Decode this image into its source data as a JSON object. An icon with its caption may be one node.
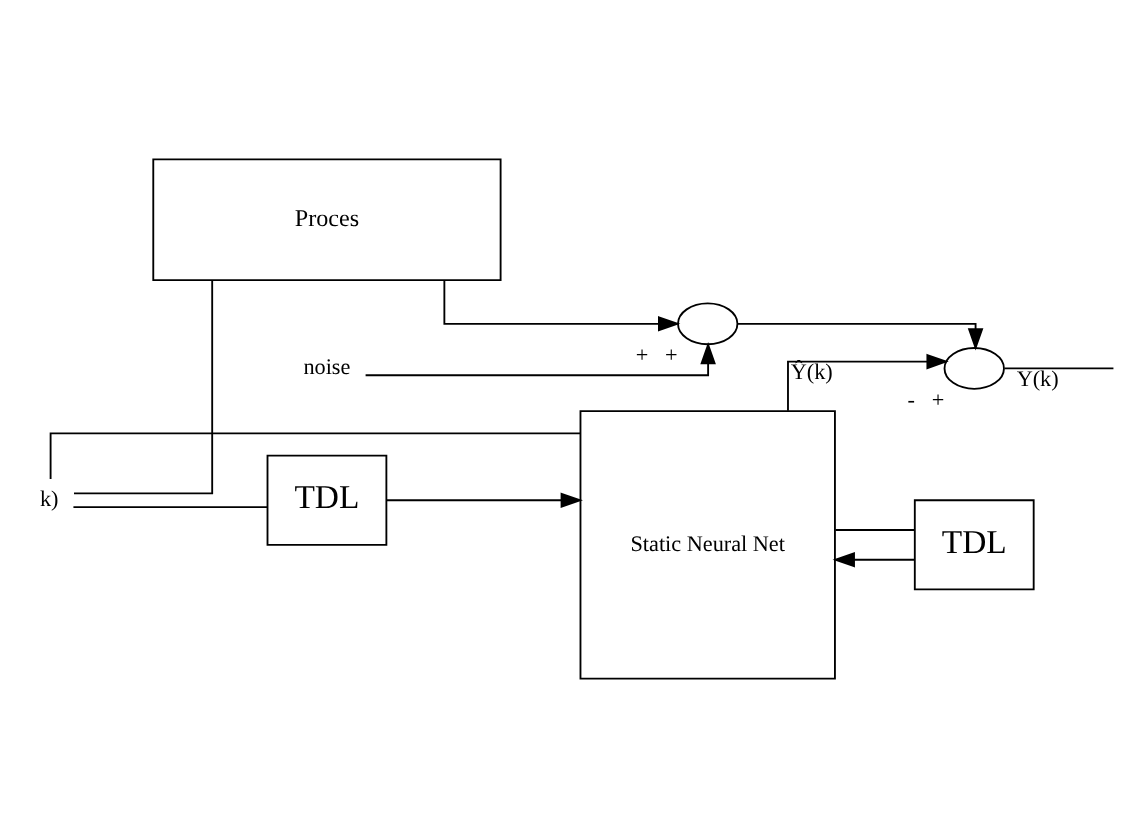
{
  "diagram": {
    "nodes": [
      {
        "text": [
          "k)"
        ]
      },
      {
        "text": [
          "Proces"
        ]
      },
      {
        "text": [
          "noise"
        ]
      },
      {
        "text": [],
        "shape": "circle",
        "beside": [
          "+",
          "+"
        ]
      },
      {
        "text": [],
        "shape": "circle",
        "beside": [
          "-",
          "+"
        ]
      },
      {
        "text": [
          "TDL"
        ]
      },
      {
        "text": [
          "TDL"
        ]
      },
      {
        "text": [
          "Static Neural Net"
        ]
      }
    ],
    "edges": [
      {
        "from": 0,
        "to": 1,
        "arrow": "none"
      },
      {
        "from": 0,
        "to": 7,
        "arrow": "none"
      },
      {
        "from": 0,
        "to": 6,
        "arrow": "none"
      },
      {
        "from": 1,
        "to": 3,
        "arrow": "to"
      },
      {
        "from": 2,
        "to": 3,
        "arrow": "to"
      },
      {
        "from": 3,
        "to": 4,
        "arrow": "to"
      },
      {
        "from": 7,
        "to": 4,
        "arrow": "to",
        "label": "Ŷ(k)"
      },
      {
        "from": 7,
        "to": 5,
        "arrow": "none"
      },
      {
        "from": 5,
        "to": 7,
        "arrow": "to"
      },
      {
        "from": 6,
        "to": 7,
        "arrow": "to"
      },
      {
        "from": 4,
        "to": null,
        "arrow": "none",
        "label": "Y(k)"
      }
    ]
  }
}
